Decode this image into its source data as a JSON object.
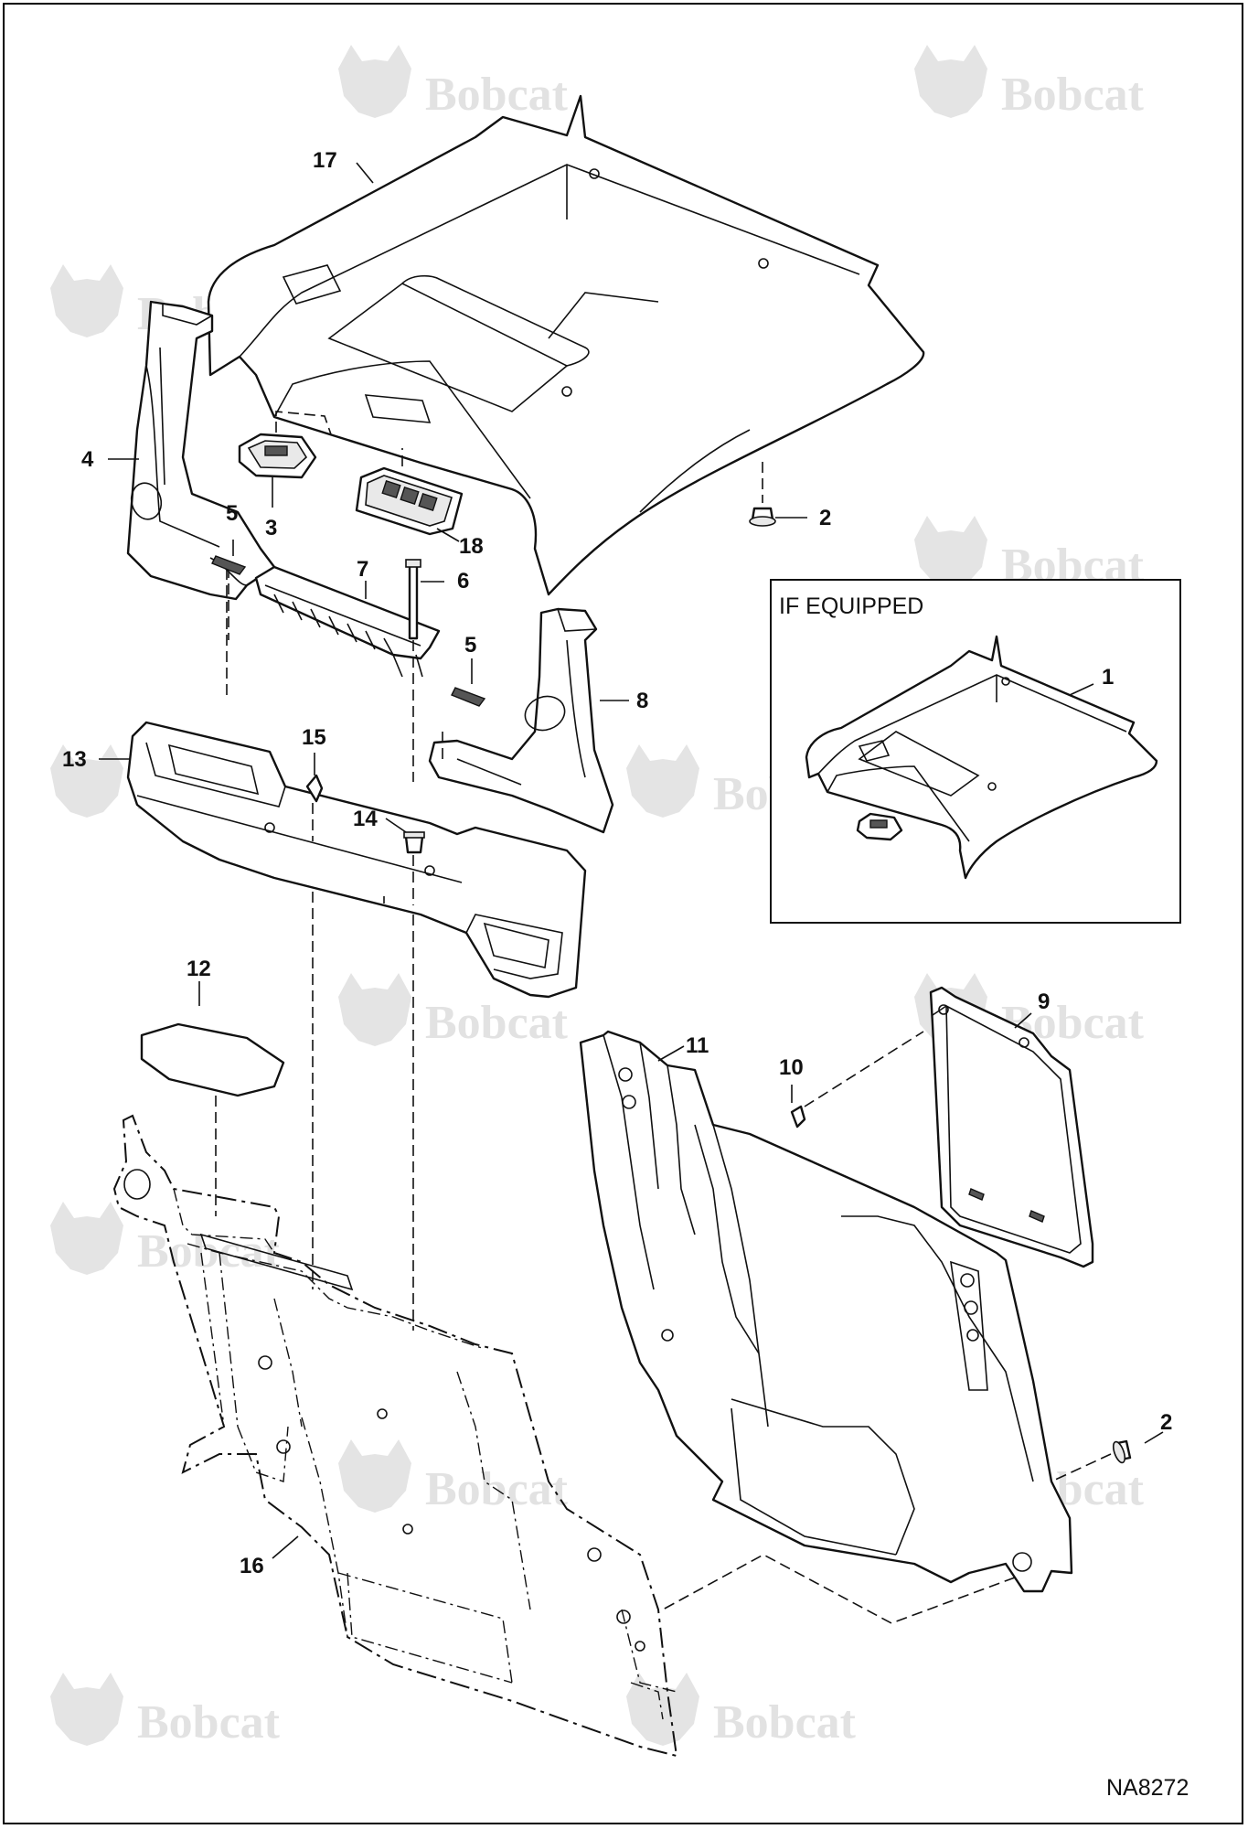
{
  "watermark": {
    "text": "Bobcat",
    "icon": "bobcat-logo-icon"
  },
  "inset": {
    "title": "IF EQUIPPED"
  },
  "reference": "NA8272",
  "callouts": [
    {
      "label": "17"
    },
    {
      "label": "4"
    },
    {
      "label": "3"
    },
    {
      "label": "18"
    },
    {
      "label": "2"
    },
    {
      "label": "5"
    },
    {
      "label": "7"
    },
    {
      "label": "6"
    },
    {
      "label": "5"
    },
    {
      "label": "8"
    },
    {
      "label": "15"
    },
    {
      "label": "13"
    },
    {
      "label": "14"
    },
    {
      "label": "1"
    },
    {
      "label": "12"
    },
    {
      "label": "9"
    },
    {
      "label": "11"
    },
    {
      "label": "10"
    },
    {
      "label": "2"
    },
    {
      "label": "16"
    }
  ]
}
